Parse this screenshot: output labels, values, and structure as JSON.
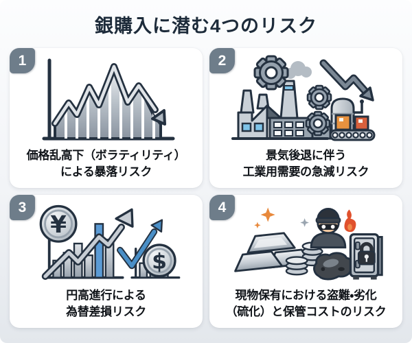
{
  "title": "銀購入に潜む4つのリスク",
  "cards": [
    {
      "number": "1",
      "caption_line1": "価格乱高下（ボラティリティ）",
      "caption_line2": "による暴落リスク",
      "illustration": "volatile-price-chart-with-crash-arrow"
    },
    {
      "number": "2",
      "caption_line1": "景気後退に伴う",
      "caption_line2": "工業用需要の急減リスク",
      "illustration": "factory-gears-declining-demand-arrow"
    },
    {
      "number": "3",
      "caption_line1": "円高進行による",
      "caption_line2": "為替差損リスク",
      "illustration": "yen-dollar-exchange-rate-charts"
    },
    {
      "number": "4",
      "caption_line1": "現物保有における盗難・劣化",
      "caption_line2": "（硫化）と保管コストのリスク",
      "illustration": "silver-bars-thief-tarnish-safe"
    }
  ],
  "colors": {
    "background_top": "#fcfdfe",
    "background_bottom": "#e3e7ec",
    "card_background": "#ffffff",
    "badge": "#6e7d8a",
    "title_text": "#1d2b3a",
    "caption_text": "#0f1318",
    "outline_navy": "#243140",
    "silver_light": "#eef0f3",
    "silver_dark": "#8d97a2",
    "accent_blue": "#4a8fc7",
    "window_blue": "#7ec3e8",
    "box_orange": "#e8923f",
    "box_red": "#d8603c",
    "flame_red": "#e0512d"
  }
}
